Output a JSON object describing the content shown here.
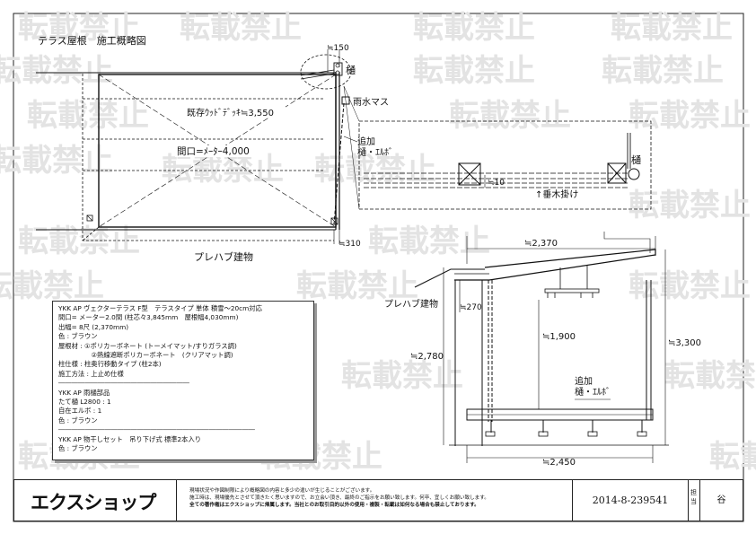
{
  "title": "テラス屋根　施工概略図",
  "watermark": "転載禁止",
  "plan": {
    "dim_top": "≒150",
    "label_gutter": "樋",
    "label_rain_box": "雨水マス",
    "label_deck": "既存ｳｯﾄﾞﾃﾞｯｷ≒3,550",
    "label_width": "間口=ﾒｰﾀｰ4,000",
    "label_add": [
      "追加",
      "樋・ｴﾙﾎﾞ"
    ],
    "dim_bottom": "≒310",
    "label_building": "プレハブ建物"
  },
  "detail": {
    "label_gutter": "樋",
    "dim": "≒10",
    "label_beam": "↑垂木掛け"
  },
  "elevation": {
    "dim_top": "≒2,370",
    "label_building": "プレハブ建物",
    "dim_270": "≒270",
    "dim_1900": "≒1,900",
    "dim_2780": "≒2,780",
    "dim_3300": "≒3,300",
    "label_add": [
      "追加",
      "樋・ｴﾙﾎﾞ"
    ],
    "dim_bottom": "≒2,450"
  },
  "spec": {
    "lines": [
      "YKK AP ヴェクターテラス F型　テラスタイプ 単体 積雪～20cm対応",
      "間口= メーター2.0間 (柱芯々3,845mm　屋根幅4,030mm)",
      "出幅= 8尺 (2,370mm)",
      "色 : ブラウン",
      "屋根材 : ①ポリカーボネート (トーメイマット/すりガラス調)",
      "　　　　　②熱線遮断ポリカーボネート　(クリアマット調)",
      "柱仕様 : 柱奥行移動タイプ (柱2本)",
      "施工方法 : 上止め仕様",
      "――――――――――――――――――――",
      "YKK AP 雨樋部品",
      "たて樋 L2800 : 1",
      "自在エルボ : 1",
      "色 : ブラウン",
      "――――――――――――――――――――――――――――――",
      "YKK AP 物干しセット　吊り下げ式 標準2本入り",
      "色 : ブラウン"
    ]
  },
  "footer": {
    "logo": "エクスショップ",
    "notes": [
      "現場状況や作図制限により概略図の内容と多少の違いが生じることがございます。",
      "施工時は、現場優先とさせて頂きたく思いますので、お立会い頂き、最終のご指示をお願い致します。何卒、宜しくお願い致します。"
    ],
    "notes_strong": "全ての著作権はエクスショップに帰属します。当社とのお取引目的以外の使用・複製・転載は如何なる場合も禁止しております。",
    "doc_no": "2014-8-239541",
    "charge_label": "担当",
    "person": "谷"
  },
  "colors": {
    "line": "#111111",
    "watermark": "#e3e3e3",
    "shadow": "#999999"
  }
}
